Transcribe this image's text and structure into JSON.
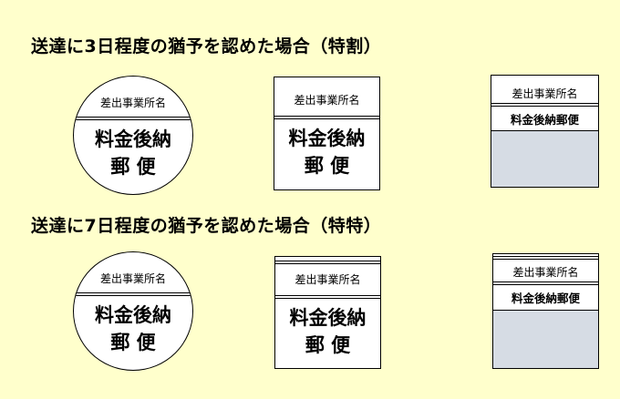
{
  "sections": [
    {
      "title": "送達に3日程度の猶予を認めた場合（特割）"
    },
    {
      "title": "送達に7日程度の猶予を認めた場合（特特）"
    }
  ],
  "mark": {
    "sender": "差出事業所名",
    "line1": "料金後納",
    "line2": "郵 便",
    "single_line": "料金後納郵便"
  },
  "colors": {
    "background": "#FFFFCC",
    "gray_area": "#D6DCE4"
  }
}
